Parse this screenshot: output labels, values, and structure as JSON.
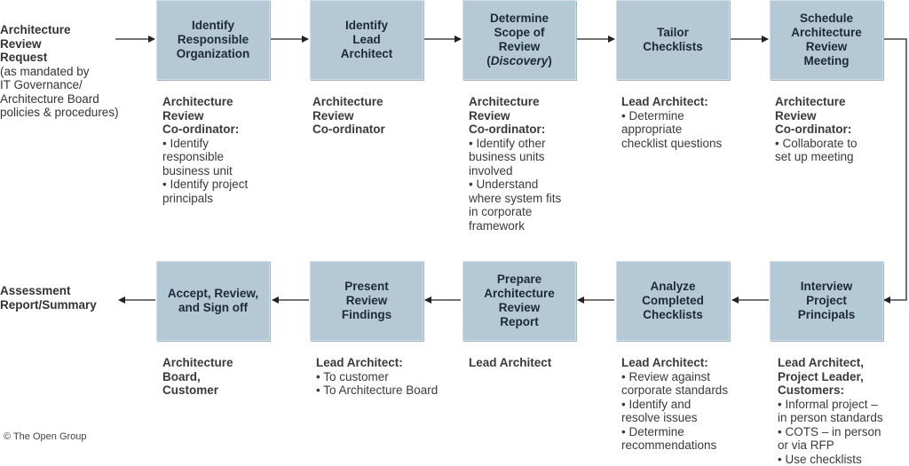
{
  "input": {
    "title_lines": [
      "Architecture",
      "Review",
      "Request"
    ],
    "detail_lines": [
      "(as mandated by",
      "IT Governance/",
      "Architecture Board",
      "policies & procedures)"
    ]
  },
  "output": {
    "title_lines": [
      "Assessment",
      "Report/Summary"
    ]
  },
  "top_row": [
    {
      "label_lines": [
        "Identify",
        "Responsible",
        "Organization"
      ],
      "role_lines": [
        "Architecture",
        "Review",
        "Co-ordinator:"
      ],
      "bullets": [
        "• Identify",
        "responsible",
        "business unit",
        "• Identify project",
        "principals"
      ]
    },
    {
      "label_lines": [
        "Identify",
        "Lead",
        "Architect"
      ],
      "role_lines": [
        "Architecture",
        "Review",
        "Co-ordinator"
      ],
      "bullets": []
    },
    {
      "label_lines": [
        "Determine",
        "Scope of",
        "Review"
      ],
      "label_italic": "Discovery",
      "role_lines": [
        "Architecture",
        "Review",
        "Co-ordinator:"
      ],
      "bullets": [
        "• Identify other",
        "business units",
        "involved",
        "• Understand",
        "where system fits",
        "in corporate",
        "framework"
      ]
    },
    {
      "label_lines": [
        "Tailor",
        "Checklists"
      ],
      "role_lines": [
        "Lead Architect:"
      ],
      "bullets": [
        "• Determine",
        "appropriate",
        "checklist questions"
      ]
    },
    {
      "label_lines": [
        "Schedule",
        "Architecture",
        "Review",
        "Meeting"
      ],
      "role_lines": [
        "Architecture",
        "Review",
        "Co-ordinator:"
      ],
      "bullets": [
        "• Collaborate to",
        "set up meeting"
      ]
    }
  ],
  "bottom_row": [
    {
      "label_lines": [
        "Accept, Review,",
        "and Sign off"
      ],
      "role_lines": [
        "Architecture",
        "Board,",
        "Customer"
      ],
      "bullets": []
    },
    {
      "label_lines": [
        "Present",
        "Review",
        "Findings"
      ],
      "role_lines": [
        "Lead Architect:"
      ],
      "bullets": [
        "• To customer",
        "• To Architecture Board"
      ]
    },
    {
      "label_lines": [
        "Prepare",
        "Architecture",
        "Review",
        "Report"
      ],
      "role_lines": [
        "Lead Architect"
      ],
      "bullets": []
    },
    {
      "label_lines": [
        "Analyze",
        "Completed",
        "Checklists"
      ],
      "role_lines": [
        "Lead Architect:"
      ],
      "bullets": [
        "• Review against",
        "corporate standards",
        "• Identify and",
        "resolve issues",
        "• Determine",
        "recommendations"
      ]
    },
    {
      "label_lines": [
        "Interview",
        "Project",
        "Principals"
      ],
      "role_lines": [
        "Lead Architect,",
        "Project Leader,",
        "Customers:"
      ],
      "bullets": [
        "• Informal project –",
        "in person standards",
        "• COTS – in person",
        "or via RFP",
        "• Use checklists"
      ]
    }
  ],
  "copyright": "© The Open Group",
  "colors": {
    "box_fill": "#b4c8d6",
    "arrow": "#222222",
    "text": "#3a3a3a"
  }
}
